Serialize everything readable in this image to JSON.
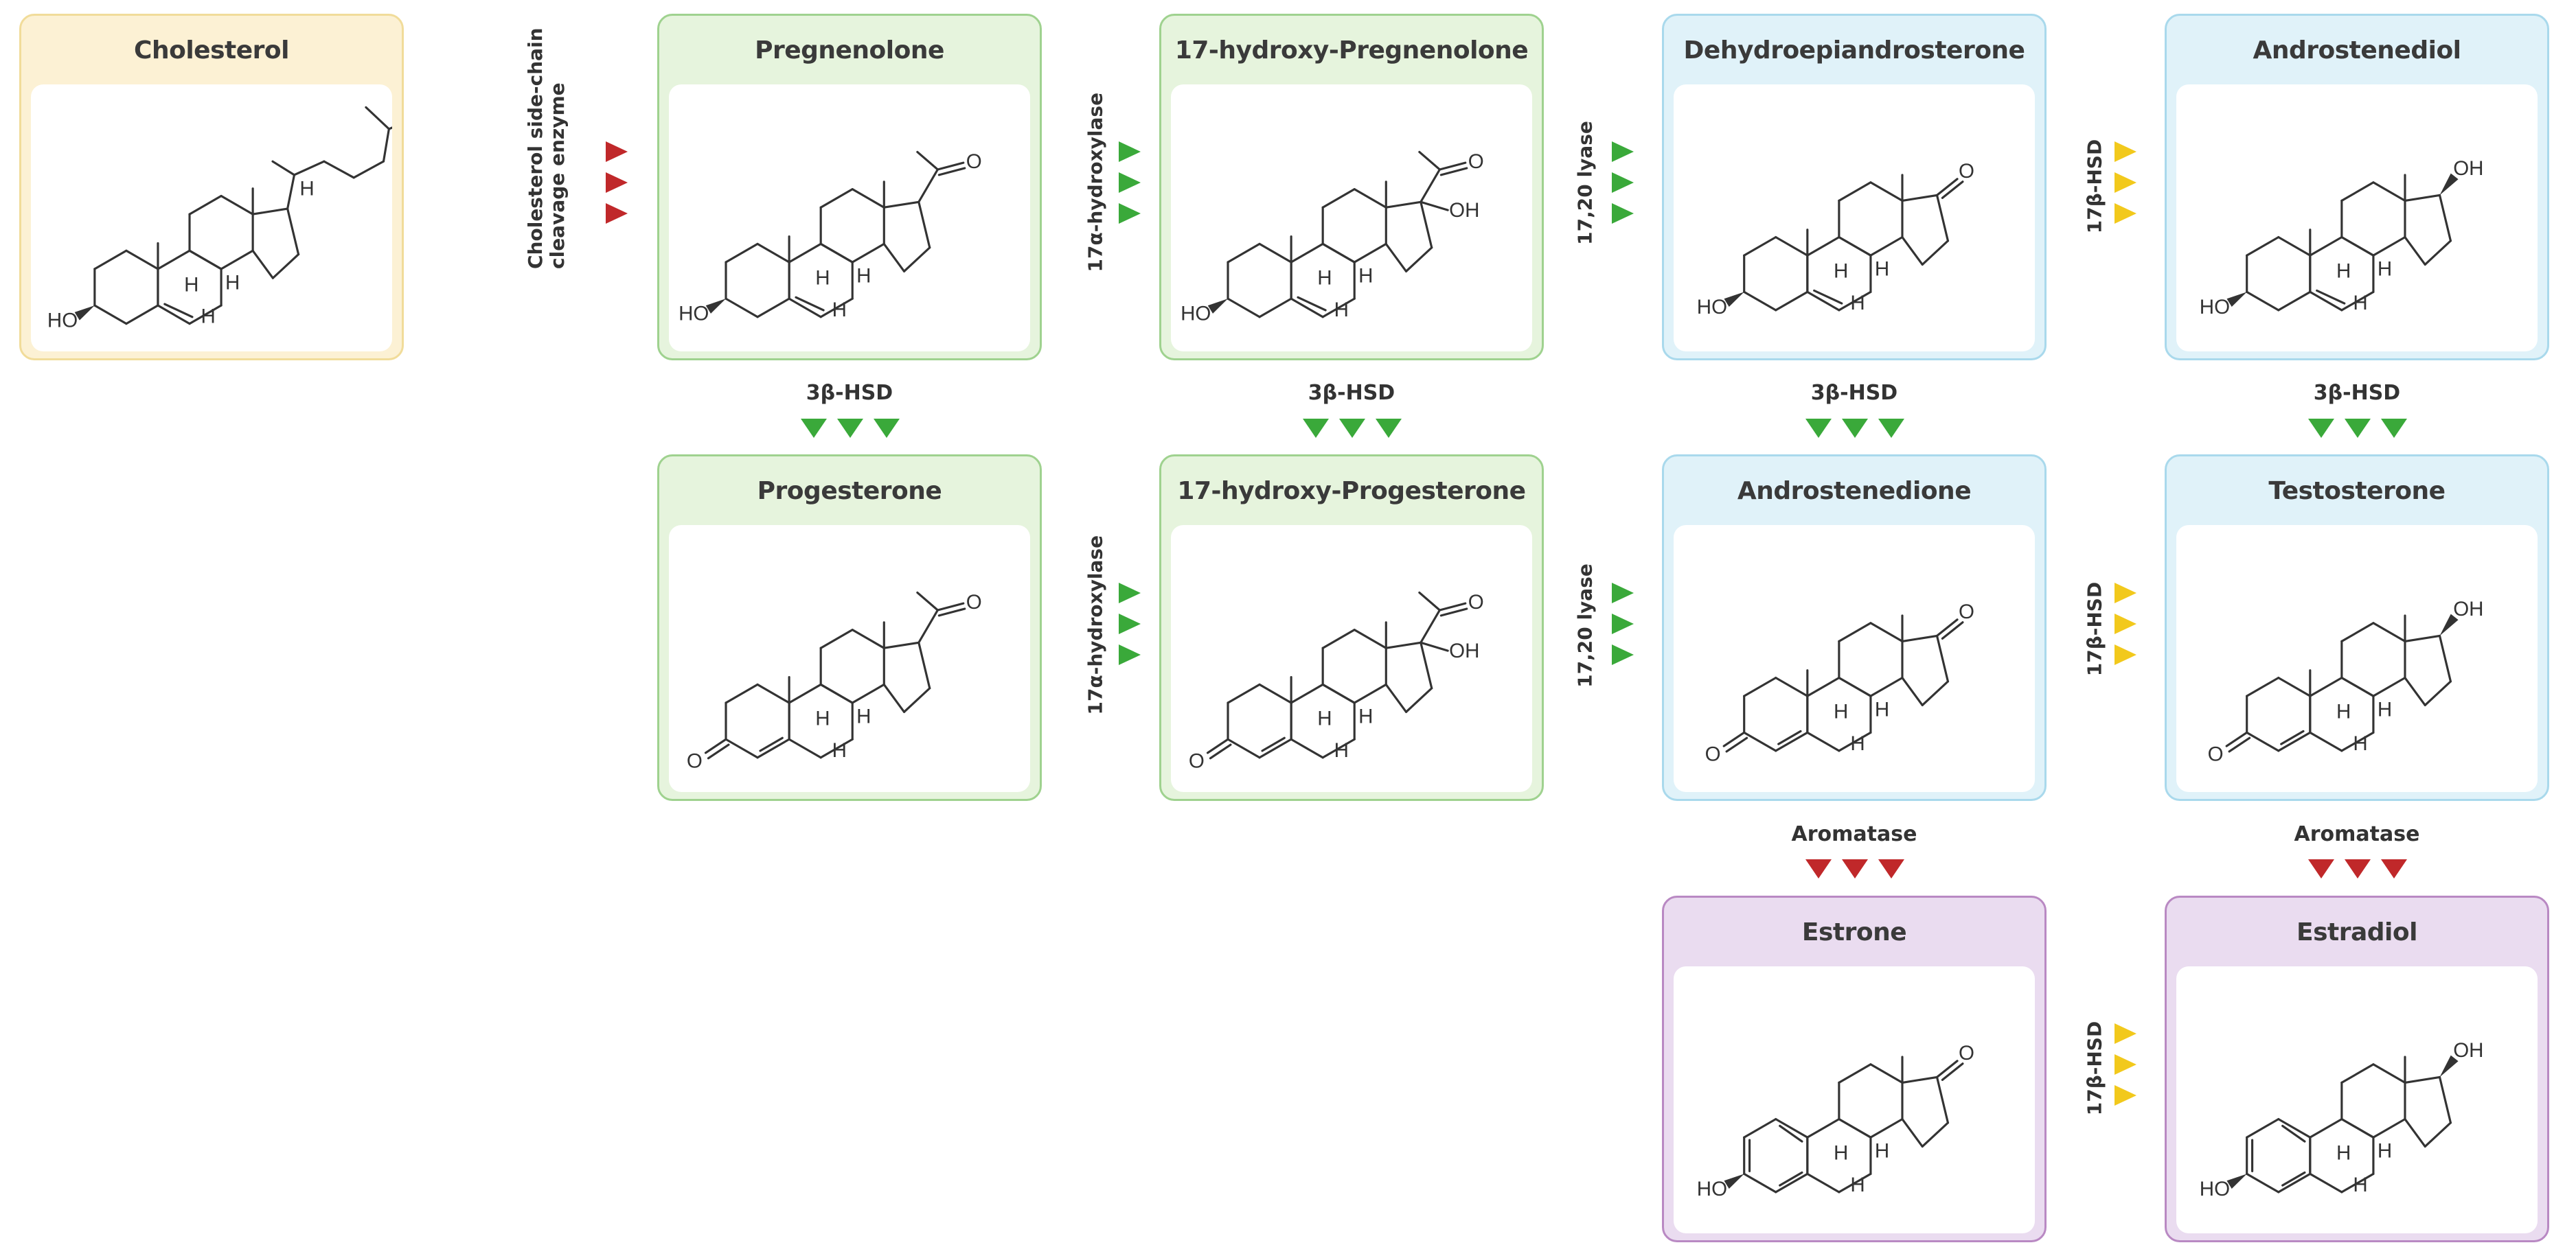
{
  "colors": {
    "cholesterol_fill": "#fcf1d4",
    "pregnane_fill": "#e6f4dd",
    "androgen_fill": "#e0f2f9",
    "estrogen_fill": "#eadcf0",
    "arrow_red": "#c0282a",
    "arrow_green": "#3aa93a",
    "arrow_yellow": "#f2c91c"
  },
  "molecules": {
    "cholesterol": "Cholesterol",
    "pregnenolone": "Pregnenolone",
    "hydroxy_pregnenolone": "17-hydroxy-Pregnenolone",
    "dhea": "Dehydroepiandrosterone",
    "androstenediol": "Androstenediol",
    "progesterone": "Progesterone",
    "hydroxy_progesterone": "17-hydroxy-Progesterone",
    "androstenedione": "Androstenedione",
    "testosterone": "Testosterone",
    "estrone": "Estrone",
    "estradiol": "Estradiol"
  },
  "enzymes": {
    "scc_line1": "Cholesterol side-chain",
    "scc_line2": "cleavage enzyme",
    "hydroxylase": "17α-hydroxylase",
    "lyase": "17,20 lyase",
    "hsd17": "17β-HSD",
    "hsd3": "3β-HSD",
    "aromatase": "Aromatase"
  },
  "atoms": {
    "ho": "HO",
    "o": "O",
    "oh": "OH",
    "h": "H"
  }
}
